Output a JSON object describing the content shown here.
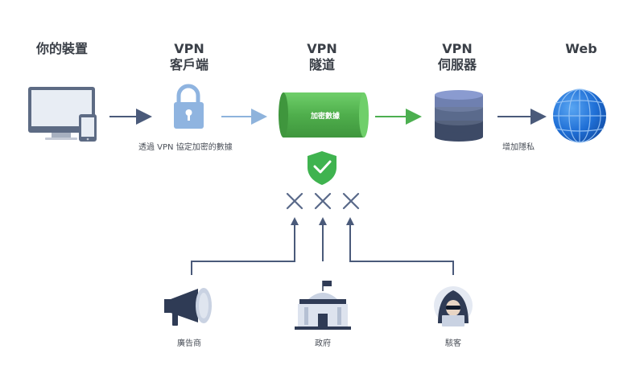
{
  "stages": [
    {
      "line1": "你的裝置",
      "line2": ""
    },
    {
      "line1": "VPN",
      "line2": "客戶端"
    },
    {
      "line1": "VPN",
      "line2": "隧道"
    },
    {
      "line1": "VPN",
      "line2": "伺服器"
    },
    {
      "line1": "Web",
      "line2": ""
    }
  ],
  "tunnel_label": "加密數據",
  "client_caption": "透過 VPN 協定加密的數據",
  "server_caption": "增加隱私",
  "threats": [
    {
      "label": "廣告商",
      "icon": "megaphone-icon"
    },
    {
      "label": "政府",
      "icon": "government-building-icon"
    },
    {
      "label": "駭客",
      "icon": "hacker-icon"
    }
  ],
  "colors": {
    "arrow_dark": "#4a5a7a",
    "arrow_light": "#8eb3dc",
    "arrow_green": "#4caf50",
    "tunnel_green": "#5cb85c",
    "lock_blue": "#8fb4e0",
    "server_dark": "#3d4a66",
    "globe_blue": "#1f6fd6",
    "shield_green": "#3fb34f",
    "cross": "#5a6a8a"
  }
}
